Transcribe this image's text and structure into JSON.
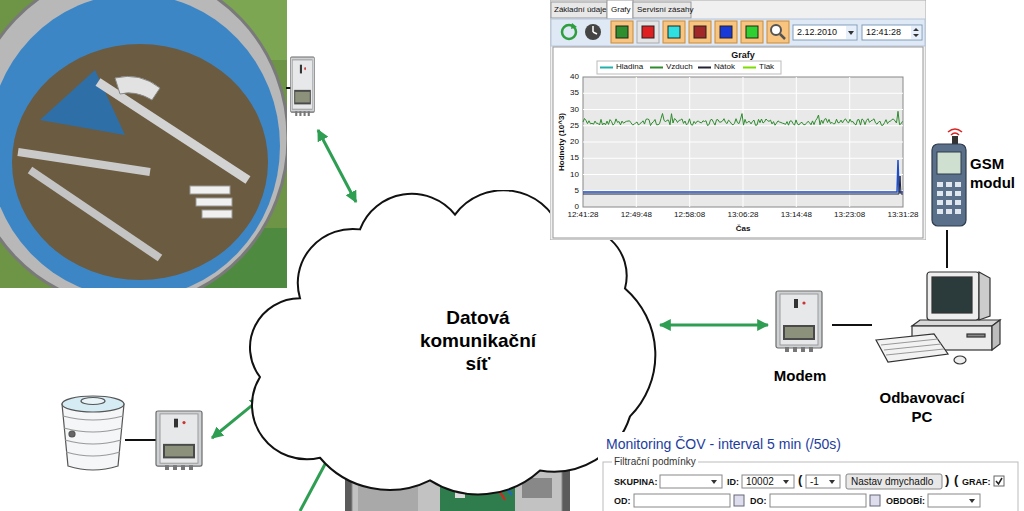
{
  "diagram": {
    "nodes": [
      {
        "text": [
          "Datová komunikační síť"
        ]
      },
      {
        "text": [
          "Modem"
        ]
      },
      {
        "text": [
          "Odbavovací PC"
        ]
      },
      {
        "text": [
          "GSM modul"
        ]
      }
    ],
    "edges": [
      {
        "from": 0,
        "to": 1,
        "arrow": "both"
      },
      {
        "from": 1,
        "to": 2,
        "arrow": "none"
      },
      {
        "from": 3,
        "to": 2,
        "arrow": "none"
      }
    ],
    "labels": [
      "Základní údaje",
      "Grafy",
      "Servisní zásahy",
      "2.12.2010",
      "12:41:28",
      "Grafy",
      "Hodnoty (10^3)",
      "40",
      "35",
      "30",
      "25",
      "20",
      "15",
      "10",
      "5",
      "0",
      "12:41:28",
      "12:49:48",
      "12:58:08",
      "13:06:28",
      "13:14:48",
      "13:23:08",
      "13:31:28",
      "Čas",
      "Monitoring ČOV - interval 5 min (/50s)",
      "Filtrační podmínky",
      "SKUPINA:",
      "ID:",
      "10002",
      "(",
      "-1",
      "Nastav dmychadlo",
      ")",
      "(",
      "GRAF:",
      "OD:",
      "DO:",
      "OBDOBÍ:"
    ],
    "legend": [
      {
        "text": "Hladina"
      },
      {
        "text": "Vzduch"
      },
      {
        "text": "Nátok"
      },
      {
        "text": "Tlak"
      }
    ]
  }
}
